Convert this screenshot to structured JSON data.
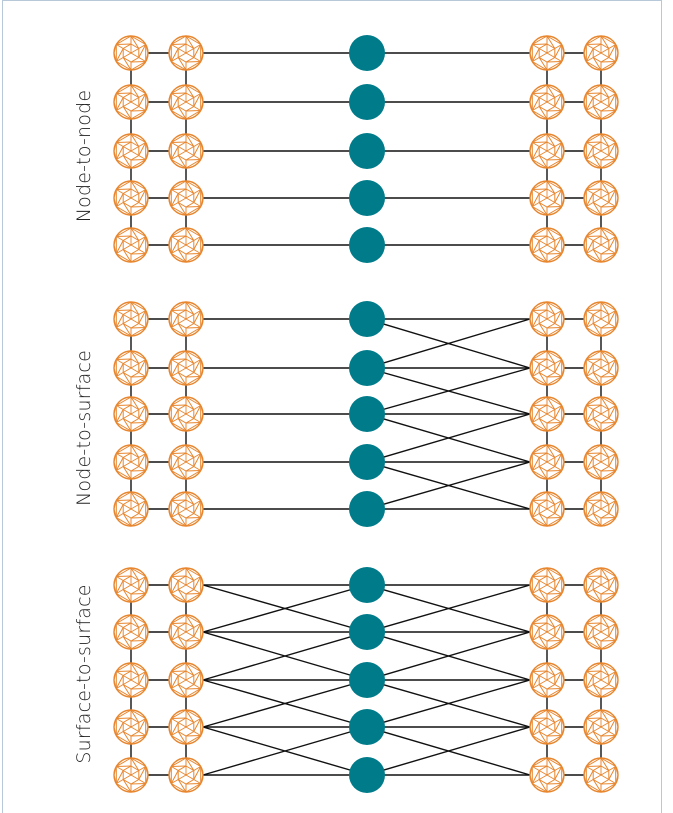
{
  "colors": {
    "sphere": "#e8862e",
    "hub": "#007b8a",
    "line": "#111111",
    "frame": "#b7c9d9"
  },
  "icons": {
    "sphere": "geodesic-sphere-icon",
    "hub": "filled-circle-node"
  },
  "panels": [
    {
      "label": "Node-to-node",
      "connection": "node-to-node"
    },
    {
      "label": "Node-to-surface",
      "connection": "node-to-surface"
    },
    {
      "label": "Surface-to-surface",
      "connection": "surface-to-surface"
    }
  ]
}
